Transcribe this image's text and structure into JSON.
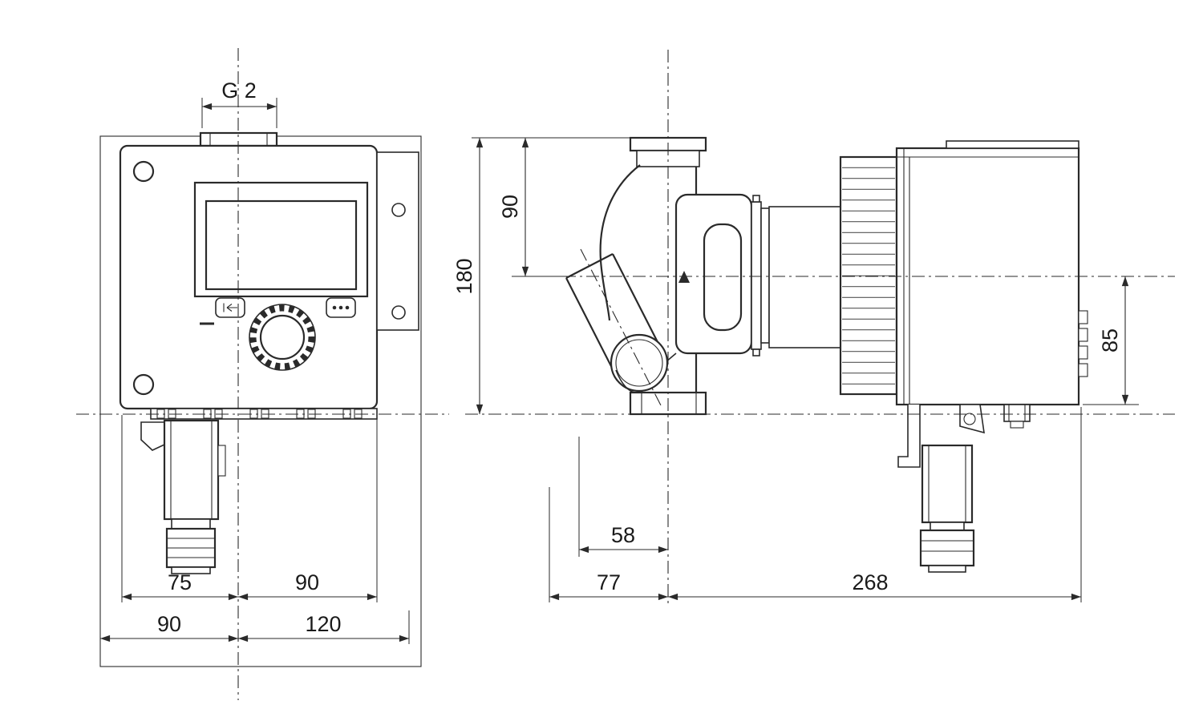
{
  "drawing": {
    "type": "technical-dimensional-drawing",
    "views": {
      "left": "front-view",
      "right": "side-view"
    },
    "colors": {
      "line": "#2a2a2a",
      "text": "#1a1a1a",
      "background": "#ffffff"
    },
    "icons": {
      "back_button": "back-arrow-icon",
      "menu_button": "ellipsis-icon",
      "flow_marker": "up-triangle-icon"
    },
    "dimensions": {
      "g_thread": "G 2",
      "width_left": "75",
      "width_right": "90",
      "overall_left": "90",
      "overall_right": "120",
      "height_total": "180",
      "height_above_axis": "90",
      "module_below_axis": "85",
      "depth_suction": "58",
      "depth_front": "77",
      "depth_total": "268"
    }
  }
}
